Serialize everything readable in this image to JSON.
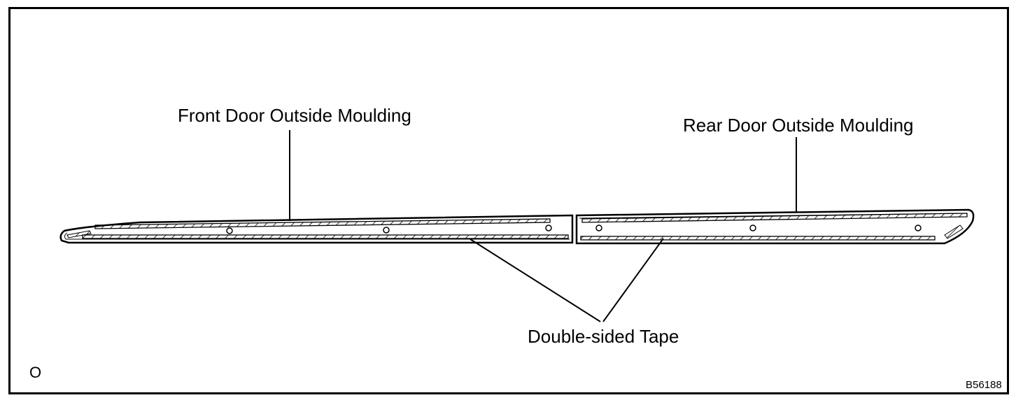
{
  "labels": {
    "front_moulding": "Front Door Outside Moulding",
    "rear_moulding": "Rear Door Outside Moulding",
    "tape": "Double-sided Tape",
    "corner_mark": "O",
    "figure_code": "B56188"
  },
  "colors": {
    "line": "#000000",
    "background": "#ffffff"
  }
}
